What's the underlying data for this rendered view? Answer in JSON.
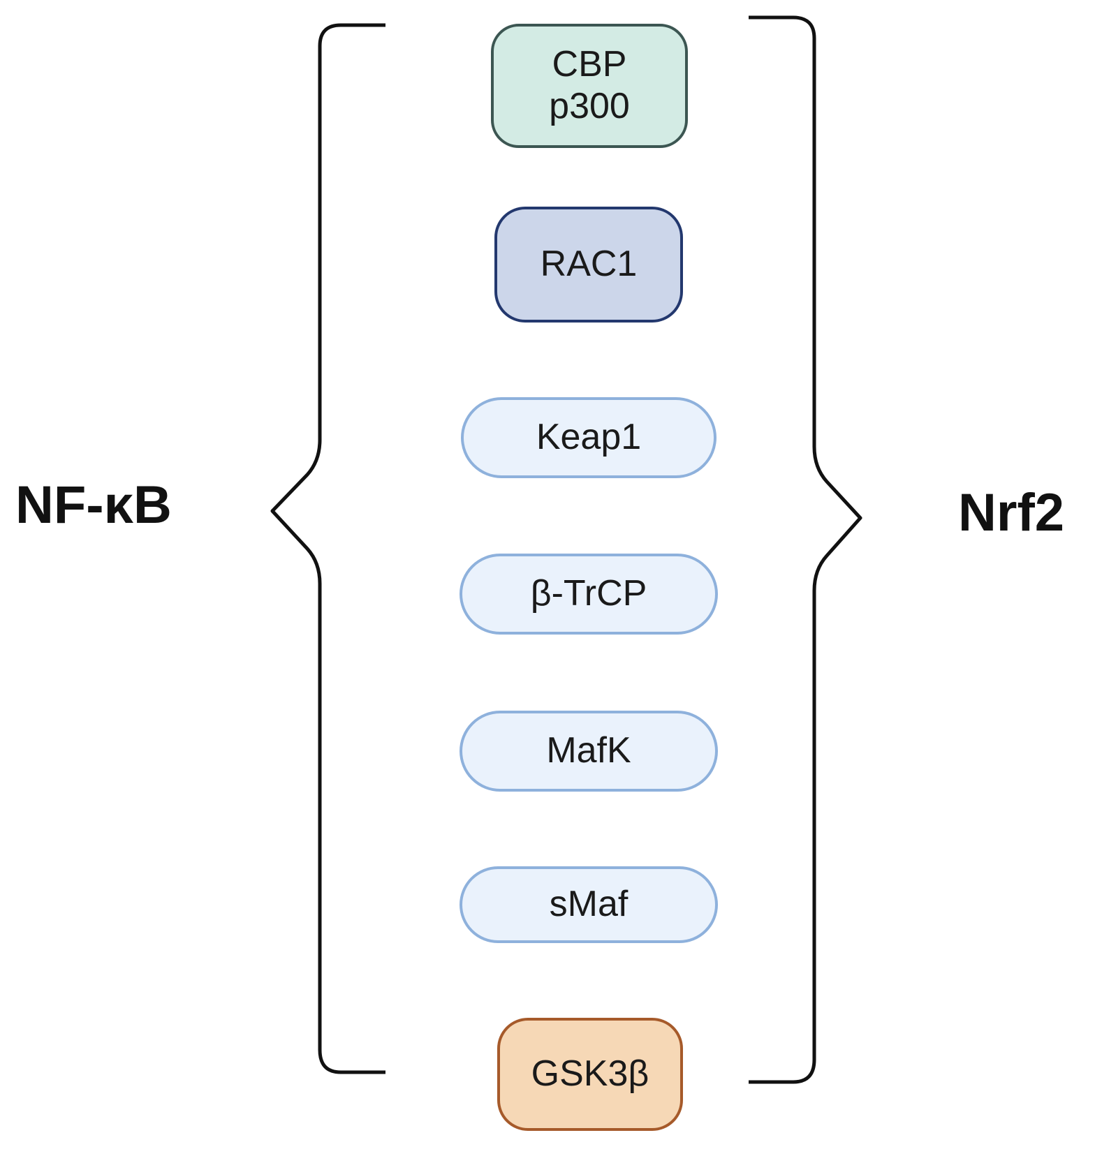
{
  "diagram": {
    "left_label": "NF-κB",
    "right_label": "Nrf2",
    "nodes": [
      {
        "id": "cbp-p300",
        "lines": [
          "CBP",
          "p300"
        ],
        "fill": "#d3ebe4",
        "border": "#3c5652"
      },
      {
        "id": "rac1",
        "lines": [
          "RAC1"
        ],
        "fill": "#ccd6ea",
        "border": "#23386e"
      },
      {
        "id": "keap1",
        "lines": [
          "Keap1"
        ],
        "fill": "#eaf2fc",
        "border": "#8eb1dc"
      },
      {
        "id": "b-trcp",
        "lines": [
          "β-TrCP"
        ],
        "fill": "#eaf2fc",
        "border": "#8eb1dc"
      },
      {
        "id": "mafk",
        "lines": [
          "MafK"
        ],
        "fill": "#eaf2fc",
        "border": "#8eb1dc"
      },
      {
        "id": "smaf",
        "lines": [
          "sMaf"
        ],
        "fill": "#eaf2fc",
        "border": "#8eb1dc"
      },
      {
        "id": "gsk3b",
        "lines": [
          "GSK3β"
        ],
        "fill": "#f6d8b6",
        "border": "#a65a2a"
      }
    ],
    "brace_color": "#111111"
  }
}
